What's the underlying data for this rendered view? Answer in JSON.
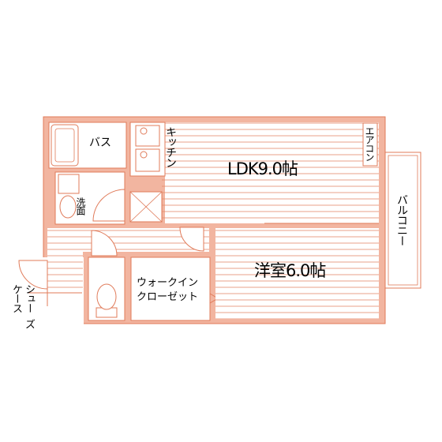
{
  "colors": {
    "wall": "#f2b5a0",
    "wall_line": "#e07b5a",
    "floor_line": "#e48a6a",
    "background": "#ffffff",
    "text": "#000000"
  },
  "labels": {
    "bath": "バス",
    "kitchen": "キッチン",
    "aircon": "エアコン",
    "ldk": "LDK9.0帖",
    "washroom": "洗面",
    "balcony": "バルコニー",
    "western_room": "洋室6.0帖",
    "closet_line1": "ウォークイン",
    "closet_line2": "クローゼット",
    "shoe_line1": "シュー",
    "shoe_line2": "ケース",
    "shoe_line3": "ズ"
  }
}
